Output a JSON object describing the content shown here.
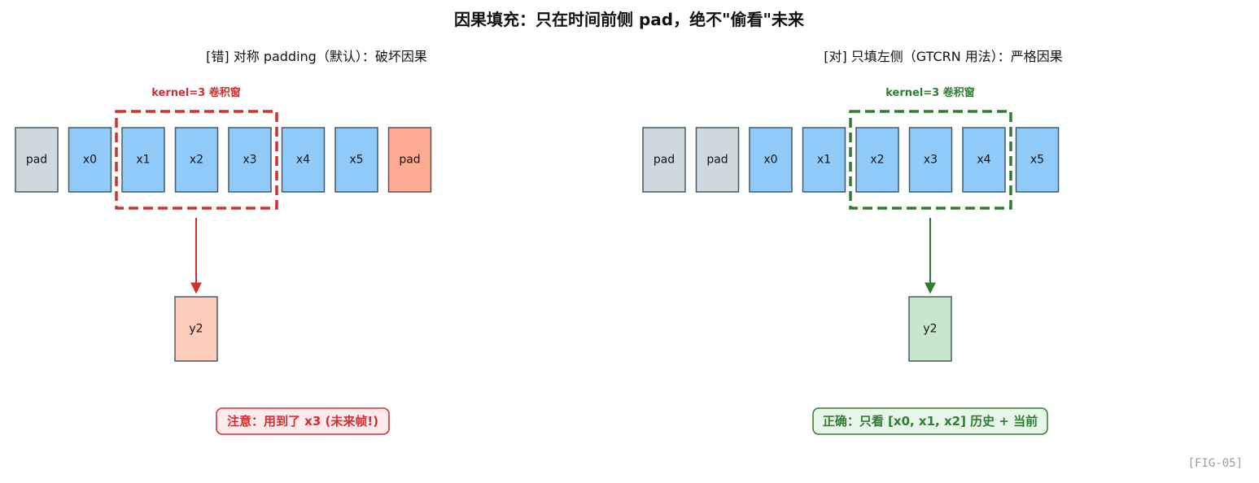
{
  "title": "因果填充：只在时间前侧 pad，绝不\"偷看\"未来",
  "fig_tag": "[FIG-05]",
  "colors": {
    "pad": "#cfd8dc",
    "frame": "#90caf9",
    "pad_future": "#ffab91",
    "out_wrong": "#ffccbc",
    "out_right": "#c8e6c9",
    "stroke": "#455a64",
    "wrong": "#d32f2f",
    "right": "#2e7d32",
    "note_wrong_bg": "#ffebee",
    "note_right_bg": "#e8f5e9"
  },
  "panels": {
    "wrong": {
      "subtitle": "[错] 对称 padding（默认）：破坏因果",
      "kernel_label": "kernel=3 卷积窗",
      "cells": [
        {
          "label": "pad",
          "kind": "pad"
        },
        {
          "label": "x0",
          "kind": "frame"
        },
        {
          "label": "x1",
          "kind": "frame"
        },
        {
          "label": "x2",
          "kind": "frame"
        },
        {
          "label": "x3",
          "kind": "frame"
        },
        {
          "label": "x4",
          "kind": "frame"
        },
        {
          "label": "x5",
          "kind": "frame"
        },
        {
          "label": "pad",
          "kind": "pad_future"
        }
      ],
      "window_start": 2,
      "window_size": 3,
      "output": "y2",
      "note": "注意：用到了 x3 (未来帧!)"
    },
    "right": {
      "subtitle": "[对] 只填左侧（GTCRN 用法）：严格因果",
      "kernel_label": "kernel=3 卷积窗",
      "cells": [
        {
          "label": "pad",
          "kind": "pad"
        },
        {
          "label": "pad",
          "kind": "pad"
        },
        {
          "label": "x0",
          "kind": "frame"
        },
        {
          "label": "x1",
          "kind": "frame"
        },
        {
          "label": "x2",
          "kind": "frame"
        },
        {
          "label": "x3",
          "kind": "frame"
        },
        {
          "label": "x4",
          "kind": "frame"
        },
        {
          "label": "x5",
          "kind": "frame"
        }
      ],
      "window_start": 4,
      "window_size": 3,
      "output": "y2",
      "note": "正确：只看 [x0, x1, x2] 历史 + 当前"
    }
  }
}
